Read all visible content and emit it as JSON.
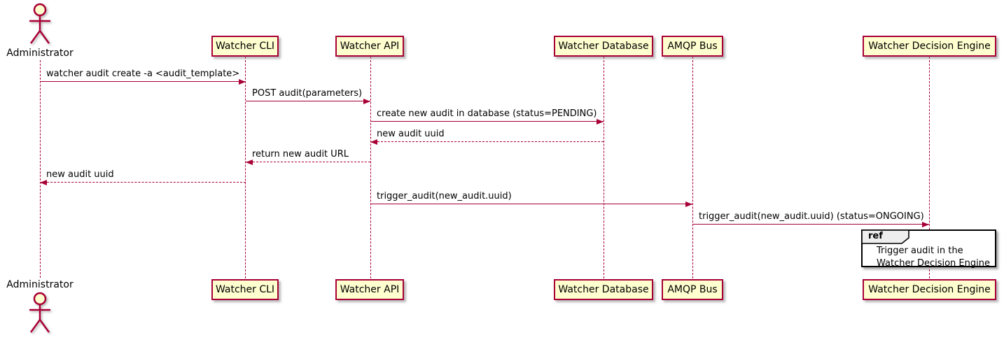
{
  "diagram_type": "sequence-diagram",
  "colors": {
    "participant_fill": "#FEFECE",
    "line_and_border": "#A80036",
    "text": "#000000",
    "ref_border": "#000000",
    "ref_header_fill": "#EEEEEE"
  },
  "actor": {
    "name": "Administrator"
  },
  "participants": [
    {
      "name": "Watcher CLI"
    },
    {
      "name": "Watcher API"
    },
    {
      "name": "Watcher Database"
    },
    {
      "name": "AMQP Bus"
    },
    {
      "name": "Watcher Decision Engine"
    }
  ],
  "messages": [
    {
      "from": "Administrator",
      "to": "Watcher CLI",
      "label": "watcher audit create -a <audit_template>",
      "line": "solid",
      "direction": "right"
    },
    {
      "from": "Watcher CLI",
      "to": "Watcher API",
      "label": "POST audit(parameters)",
      "line": "solid",
      "direction": "right"
    },
    {
      "from": "Watcher API",
      "to": "Watcher Database",
      "label": "create new audit in database (status=PENDING)",
      "line": "solid",
      "direction": "right"
    },
    {
      "from": "Watcher Database",
      "to": "Watcher API",
      "label": "new audit uuid",
      "line": "dashed",
      "direction": "left"
    },
    {
      "from": "Watcher API",
      "to": "Watcher CLI",
      "label": "return new audit URL",
      "line": "dashed",
      "direction": "left"
    },
    {
      "from": "Watcher CLI",
      "to": "Administrator",
      "label": "new audit uuid",
      "line": "dashed",
      "direction": "left"
    },
    {
      "from": "Watcher API",
      "to": "AMQP Bus",
      "label": "trigger_audit(new_audit.uuid)",
      "line": "solid",
      "direction": "right"
    },
    {
      "from": "AMQP Bus",
      "to": "Watcher Decision Engine",
      "label": "trigger_audit(new_audit.uuid) (status=ONGOING)",
      "line": "solid",
      "direction": "right"
    }
  ],
  "ref": {
    "keyword": "ref",
    "lines": [
      "Trigger audit in the",
      "Watcher Decision Engine"
    ],
    "over": "Watcher Decision Engine"
  }
}
